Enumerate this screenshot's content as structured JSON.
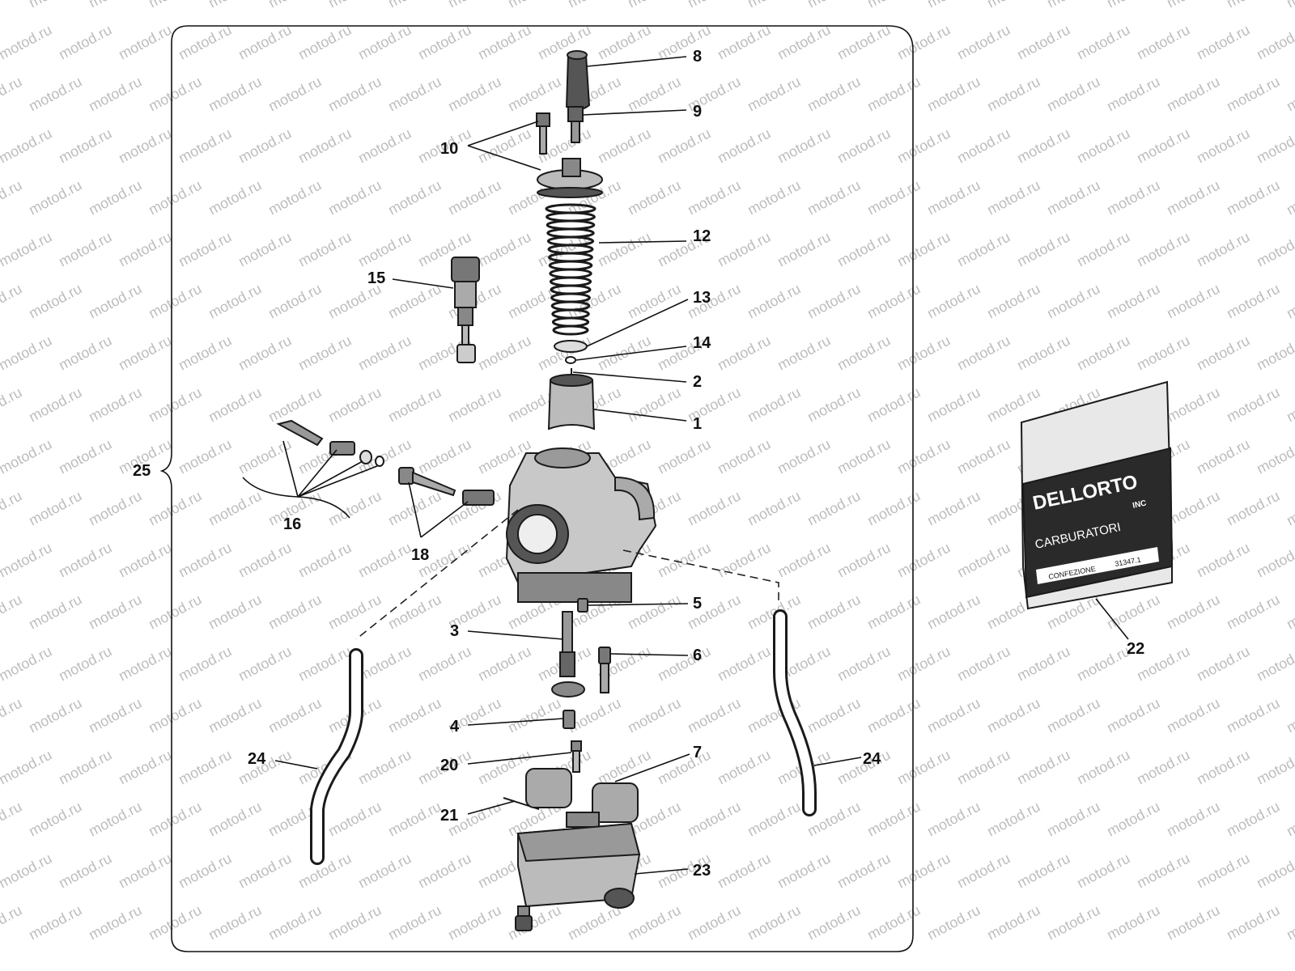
{
  "watermark": {
    "text": "motod.ru"
  },
  "callouts": {
    "p1": "1",
    "p2": "2",
    "p3": "3",
    "p4": "4",
    "p5": "5",
    "p6": "6",
    "p7": "7",
    "p8": "8",
    "p9": "9",
    "p10": "10",
    "p12": "12",
    "p13": "13",
    "p14": "14",
    "p15": "15",
    "p16": "16",
    "p18": "18",
    "p20": "20",
    "p21": "21",
    "p22": "22",
    "p23": "23",
    "p24_left": "24",
    "p24_right": "24",
    "p25": "25"
  },
  "kit_bag": {
    "brand": "DELLORTO",
    "badge": "INC",
    "line1": "CARBURATORI",
    "line2": "CONFEZIONE",
    "code": "31347.1"
  },
  "colors": {
    "ink": "#111111",
    "bag_band": "#2a2a2a",
    "watermark": "#bdbdbd"
  }
}
